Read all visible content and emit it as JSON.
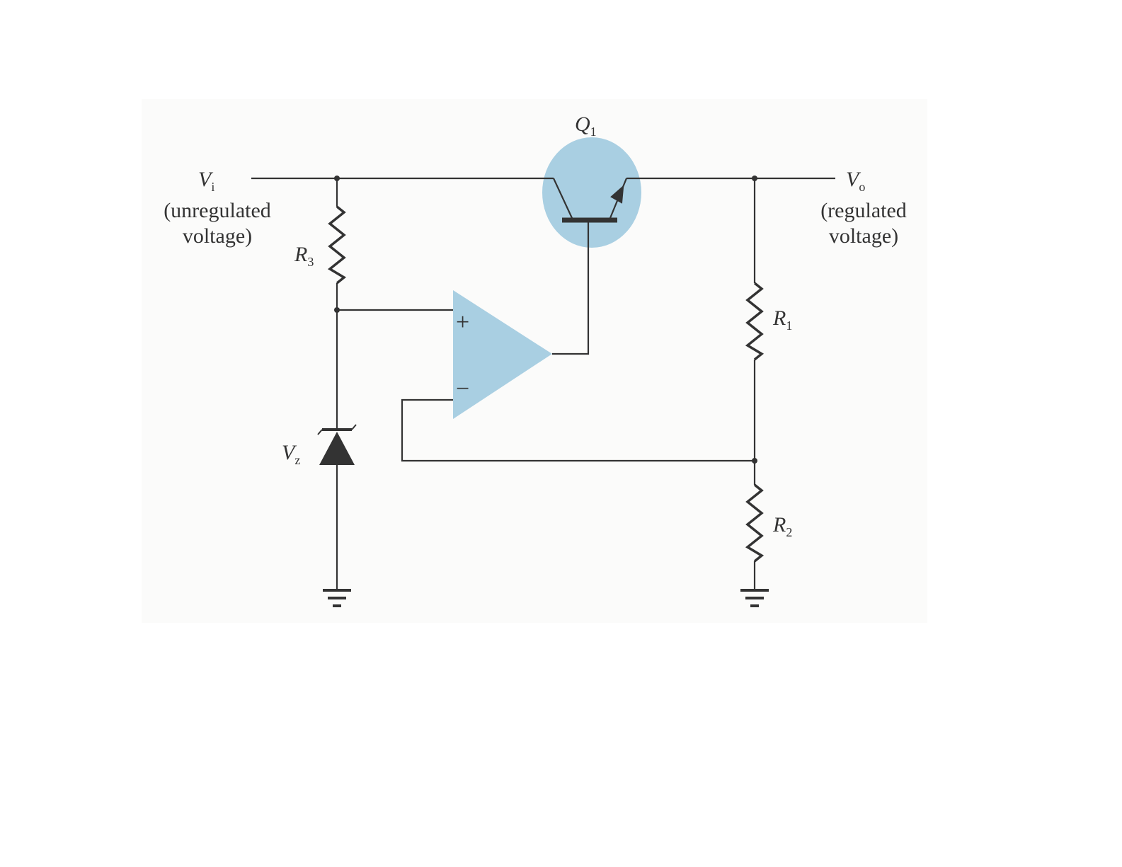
{
  "labels": {
    "vi": "V",
    "vi_sub": "i",
    "vi_desc_1": "(unregulated",
    "vi_desc_2": "voltage)",
    "vo": "V",
    "vo_sub": "o",
    "vo_desc_1": "(regulated",
    "vo_desc_2": "voltage)",
    "q1": "Q",
    "q1_sub": "1",
    "r1": "R",
    "r1_sub": "1",
    "r2": "R",
    "r2_sub": "2",
    "r3": "R",
    "r3_sub": "3",
    "vz": "V",
    "vz_sub": "z",
    "plus": "+",
    "minus": "−"
  },
  "colors": {
    "highlight": "#a9cfe2",
    "wire": "#333333"
  }
}
